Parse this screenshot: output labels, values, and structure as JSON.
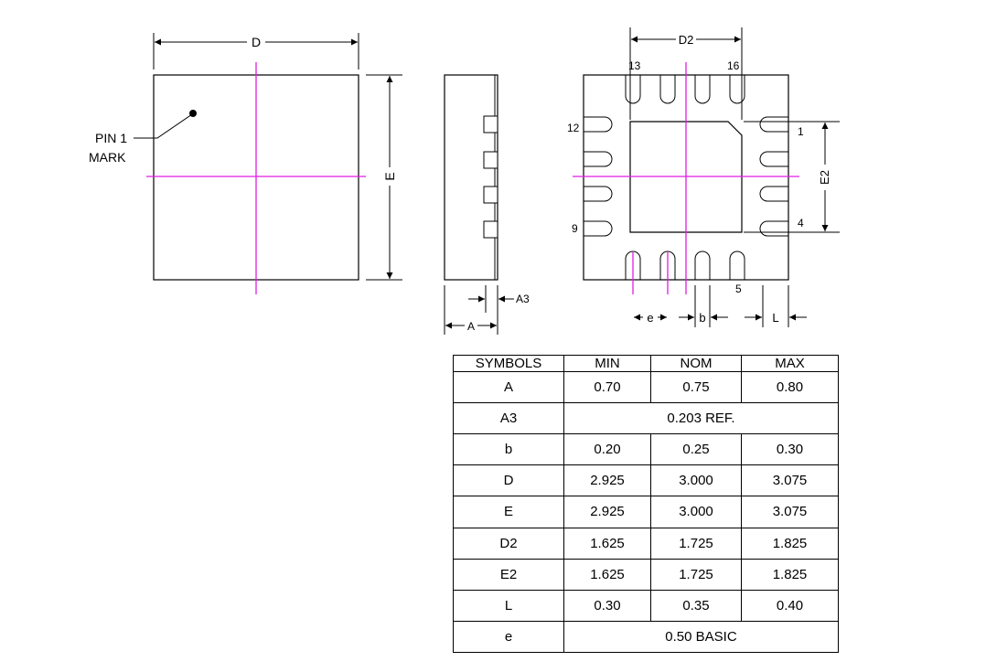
{
  "top_view": {
    "dim_d": "D",
    "dim_e": "E",
    "pin1_label_line1": "PIN 1",
    "pin1_label_line2": "MARK"
  },
  "side_view": {
    "dim_a": "A",
    "dim_a3": "A3"
  },
  "bottom_view": {
    "dim_d2": "D2",
    "dim_e2": "E2",
    "dim_e_pitch": "e",
    "dim_b": "b",
    "dim_l": "L",
    "pin_13": "13",
    "pin_16": "16",
    "pin_12": "12",
    "pin_1": "1",
    "pin_9": "9",
    "pin_4": "4",
    "pin_5": "5"
  },
  "colors": {
    "centerline": "#e21ce2",
    "outline": "#000000",
    "background": "#ffffff"
  },
  "table": {
    "headers": [
      "SYMBOLS",
      "MIN",
      "NOM",
      "MAX"
    ],
    "rows": [
      {
        "symbol": "A",
        "min": "0.70",
        "nom": "0.75",
        "max": "0.80",
        "span": ""
      },
      {
        "symbol": "A3",
        "min": "",
        "nom": "",
        "max": "",
        "span": "0.203 REF."
      },
      {
        "symbol": "b",
        "min": "0.20",
        "nom": "0.25",
        "max": "0.30",
        "span": ""
      },
      {
        "symbol": "D",
        "min": "2.925",
        "nom": "3.000",
        "max": "3.075",
        "span": ""
      },
      {
        "symbol": "E",
        "min": "2.925",
        "nom": "3.000",
        "max": "3.075",
        "span": ""
      },
      {
        "symbol": "D2",
        "min": "1.625",
        "nom": "1.725",
        "max": "1.825",
        "span": ""
      },
      {
        "symbol": "E2",
        "min": "1.625",
        "nom": "1.725",
        "max": "1.825",
        "span": ""
      },
      {
        "symbol": "L",
        "min": "0.30",
        "nom": "0.35",
        "max": "0.40",
        "span": ""
      },
      {
        "symbol": "e",
        "min": "",
        "nom": "",
        "max": "",
        "span": "0.50 BASIC"
      }
    ]
  }
}
